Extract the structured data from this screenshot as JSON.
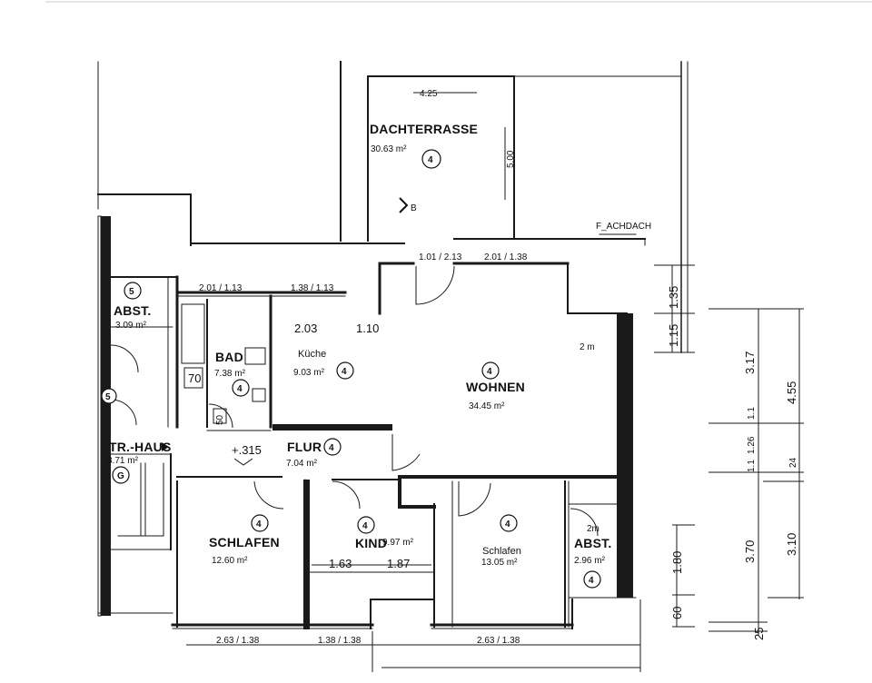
{
  "plan": {
    "rooms": {
      "dachterrasse": {
        "name": "DACHTERRASSE",
        "area": "30.63 m²",
        "level": "4"
      },
      "abst_left": {
        "name": "ABST.",
        "area": "3.09 m²",
        "level": "5"
      },
      "bad": {
        "name": "BAD",
        "area": "7.38 m²",
        "level": "4"
      },
      "kueche": {
        "name": "Küche",
        "area": "9.03 m²",
        "level": "4"
      },
      "wohnen": {
        "name": "WOHNEN",
        "area": "34.45 m²",
        "level": "4"
      },
      "flur": {
        "name": "FLUR",
        "area": "7.04 m²",
        "level": "4"
      },
      "treppenhaus": {
        "name": "TR.-HAUS",
        "area": "3.71 m²",
        "level": "G",
        "level2": "5"
      },
      "schlafen_left": {
        "name": "SCHLAFEN",
        "area": "12.60 m²",
        "level": "4"
      },
      "kind": {
        "name": "KIND",
        "area": "9.97 m²",
        "level": "4"
      },
      "schlafen_right": {
        "name": "Schlafen",
        "area": "13.05 m²",
        "level": "4"
      },
      "abst_right": {
        "name": "ABST.",
        "area": "2.96 m²",
        "level": "4"
      }
    },
    "labels": {
      "flachdach": "F_ACHDACH",
      "b_marker": "B",
      "plus315": "+.315",
      "two_m_a": "2 m",
      "two_m_b": "2m",
      "seventy": "70",
      "fifty": "50",
      "four_label": "4"
    },
    "dimensions": {
      "d425": "4.25",
      "d500": "5.00",
      "d101_213": "1.01 / 2.13",
      "d201_138_top": "2.01 / 1.38",
      "d201_113": "2.01 / 1.13",
      "d138_113": "1.38 / 1.13",
      "d203": "2.03",
      "d110": "1.10",
      "d135": "1.35",
      "d115": "1.15",
      "d3175": "3.17",
      "d455": "4.55",
      "d115b": "1.1",
      "d126": "1.26",
      "d115c": "1.1",
      "d24": "24",
      "d370": "3.70",
      "d310": "3.10",
      "d180": "1.80",
      "d60": "60",
      "d25": "25",
      "d163": "1.63",
      "d187": "1.87",
      "d263_138_left": "2.63 / 1.38",
      "d138_138": "1.38 / 1.38",
      "d263_138_right": "2.63 / 1.38",
      "sup5": "5"
    }
  }
}
